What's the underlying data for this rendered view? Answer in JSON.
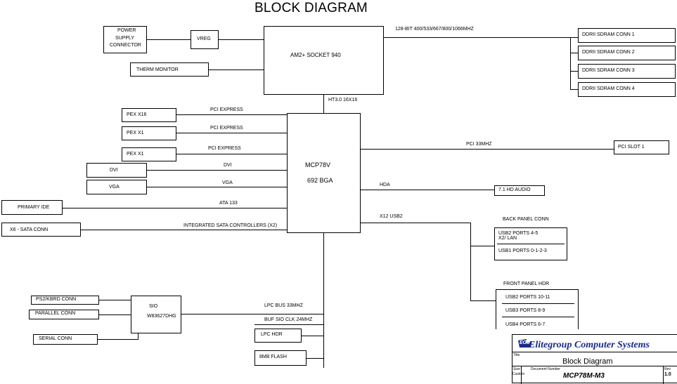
{
  "title": "BLOCK DIAGRAM",
  "cpu": {
    "label": "AM2+ SOCKET 940"
  },
  "power": {
    "line1": "POWER",
    "line2": "SUPPLY",
    "line3": "CONNECTOR"
  },
  "vreg": "VREG",
  "therm": "THERM MONITOR",
  "mem_bus": "128-BIT 400/533/667/800/1066MHZ",
  "ddr": [
    "DDRII SDRAM CONN 1",
    "DDRII SDRAM CONN 2",
    "DDRII SDRAM CONN 3",
    "DDRII SDRAM CONN 4"
  ],
  "ht": "HT3.0 16X16",
  "chipset": {
    "line1": "MCP78V",
    "line2": "692 BGA"
  },
  "left_ports": {
    "pex16": "PEX X16",
    "pex1a": "PEX X1",
    "pex1b": "PEX X1",
    "dvi": "DVI",
    "vga": "VGA",
    "ide": "PRIMARY IDE",
    "sata": "X6 - SATA CONN"
  },
  "left_buses": {
    "pci1": "PCI EXPRESS",
    "pci2": "PCI EXPRESS",
    "pci3": "PCI EXPRESS",
    "dvi": "DVI",
    "vga": "VGA",
    "ata": "ATA 133",
    "sata": "INTEGRATED SATA CONTROLLERS (X2)"
  },
  "pci_bus": "PCI 33MHZ",
  "pci_slot": "PCI SLOT 1",
  "hda": "HDA",
  "audio": "7.1 HD AUDIO",
  "usb_bus": "X12 USB2",
  "back_panel": {
    "title": "BACK PANEL CONN",
    "usb2": "USB2 PORTS 4-5",
    "lan": "X2/ LAN",
    "usb1": "USB1 PORTS 0-1-2-3"
  },
  "front_panel": {
    "title": "FRONT PANEL HDR",
    "usb2": "USB2 PORTS 10-11",
    "usb3": "USB3 PORTS 8-9",
    "usb4": "USB4 PORTS 6-7"
  },
  "lpc_bus": "LPC BUS 33MHZ",
  "buf_clk": "BUF SIO CLK 24MHZ",
  "lpc_hdr": "LPC HDR",
  "flash": "8MB FLASH",
  "sio": {
    "line1": "SIO",
    "line2": "W83627DHG"
  },
  "sio_ports": {
    "ps2": "PS2/KBRD CONN",
    "parallel": "PARALLEL CONN",
    "serial": "SERIAL CONN"
  },
  "title_block": {
    "logo": "ECS",
    "company": "Elitegroup Computer Systems",
    "title_lbl": "Title",
    "title": "Block Diagram",
    "size_lbl": "Size",
    "size": "Custom",
    "docnum_lbl": "Document Number",
    "docnum": "MCP78M-M3",
    "rev_lbl": "Rev",
    "rev": "1.0"
  }
}
